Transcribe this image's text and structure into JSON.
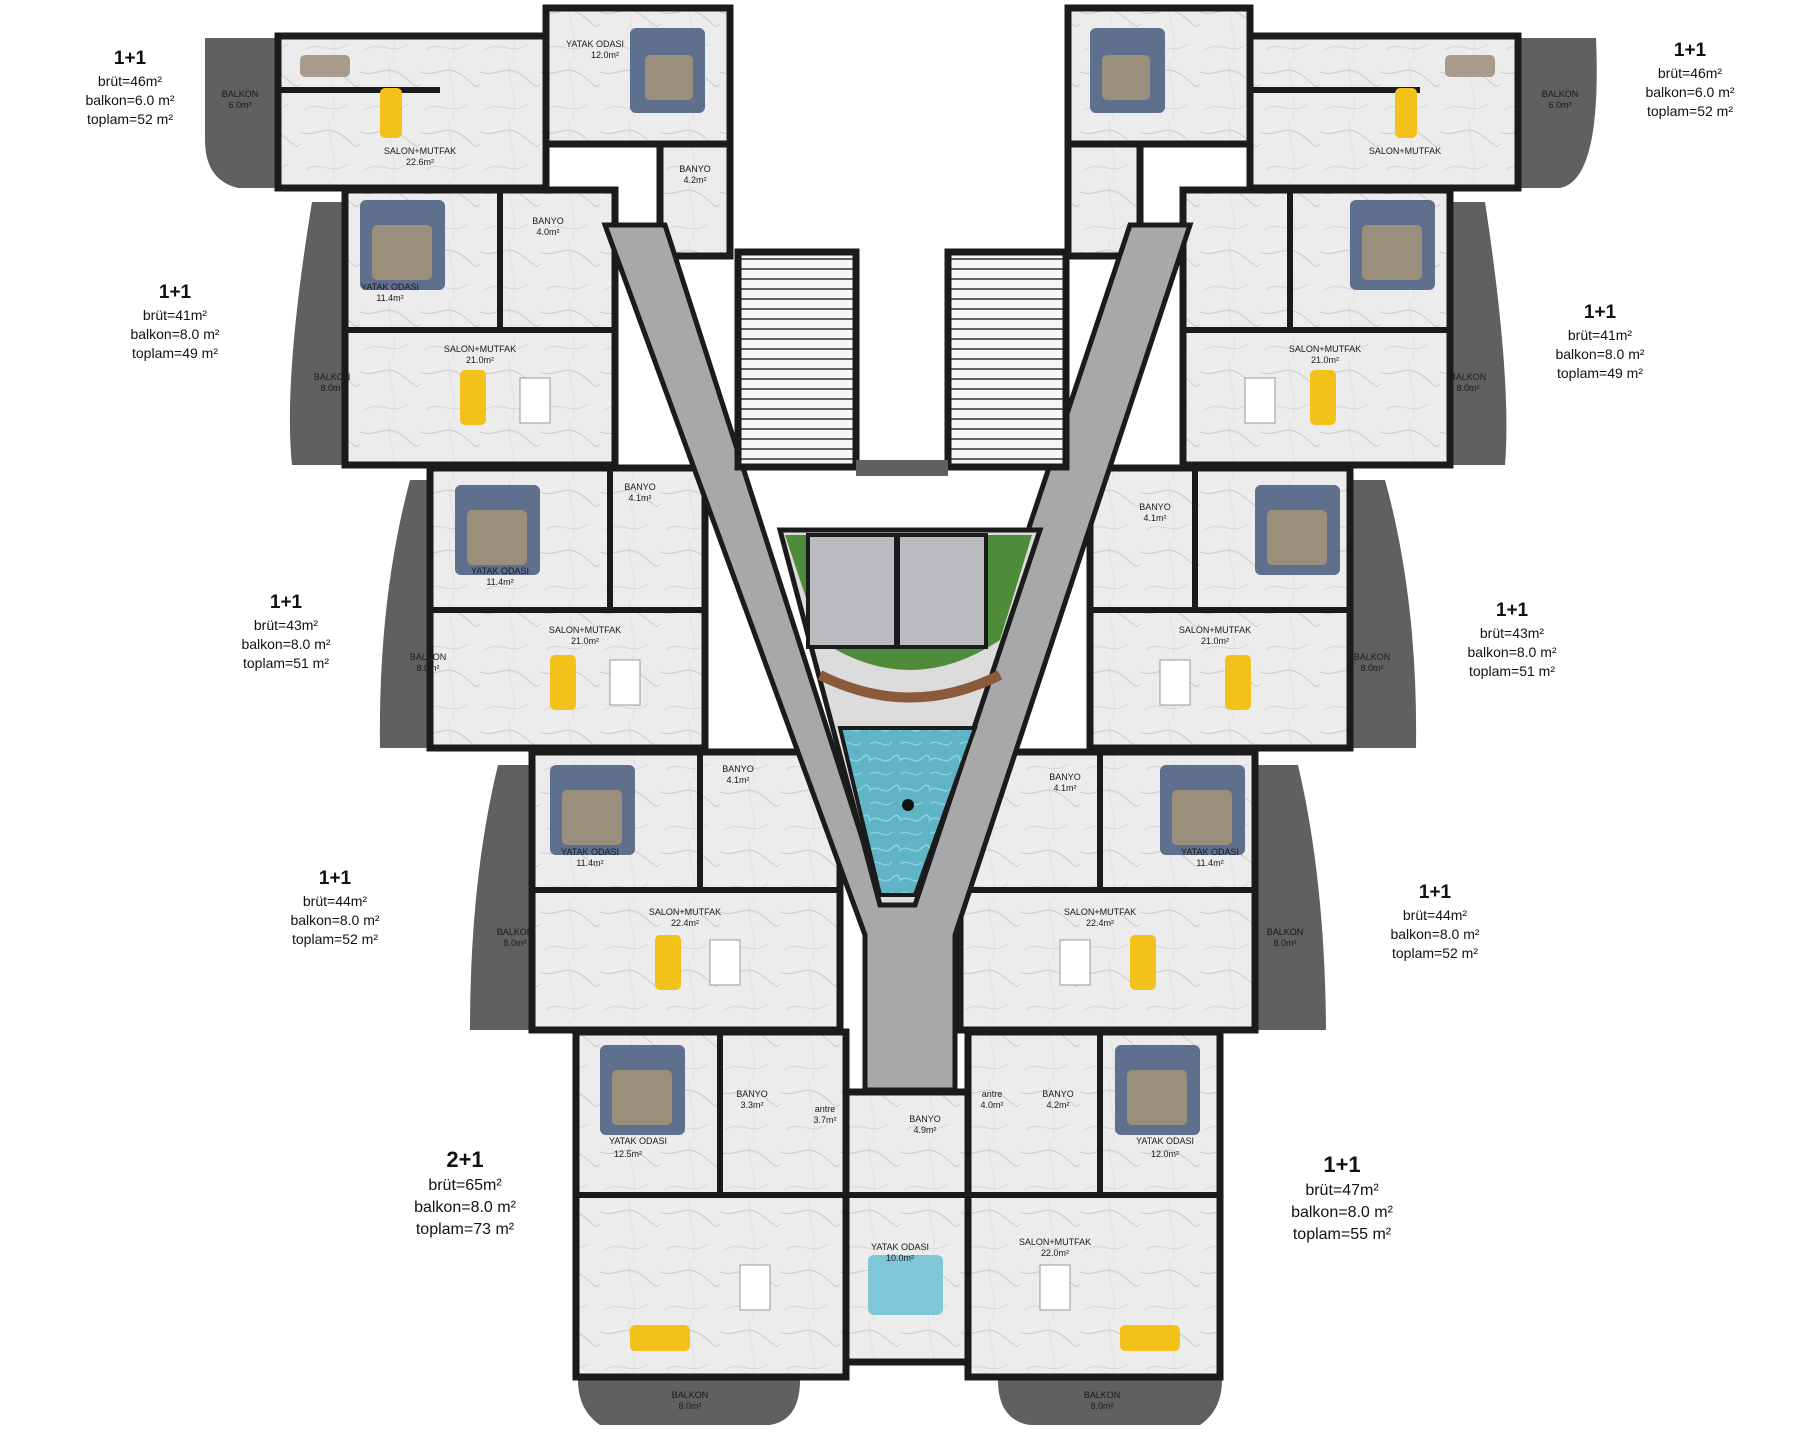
{
  "units": [
    {
      "type": "1+1",
      "brut": "brüt=46m²",
      "balkon": "balkon=6.0 m²",
      "toplam": "toplam=52 m²"
    },
    {
      "type": "1+1",
      "brut": "brüt=41m²",
      "balkon": "balkon=8.0 m²",
      "toplam": "toplam=49 m²"
    },
    {
      "type": "1+1",
      "brut": "brüt=43m²",
      "balkon": "balkon=8.0 m²",
      "toplam": "toplam=51 m²"
    },
    {
      "type": "1+1",
      "brut": "brüt=44m²",
      "balkon": "balkon=8.0 m²",
      "toplam": "toplam=52 m²"
    },
    {
      "type": "2+1",
      "brut": "brüt=65m²",
      "balkon": "balkon=8.0 m²",
      "toplam": "toplam=73 m²"
    },
    {
      "type": "1+1",
      "brut": "brüt=46m²",
      "balkon": "balkon=6.0 m²",
      "toplam": "toplam=52 m²"
    },
    {
      "type": "1+1",
      "brut": "brüt=41m²",
      "balkon": "balkon=8.0 m²",
      "toplam": "toplam=49 m²"
    },
    {
      "type": "1+1",
      "brut": "brüt=43m²",
      "balkon": "balkon=8.0 m²",
      "toplam": "toplam=51 m²"
    },
    {
      "type": "1+1",
      "brut": "brüt=44m²",
      "balkon": "balkon=8.0 m²",
      "toplam": "toplam=52 m²"
    },
    {
      "type": "1+1",
      "brut": "brüt=47m²",
      "balkon": "balkon=8.0 m²",
      "toplam": "toplam=55 m²"
    }
  ],
  "rooms": {
    "balkon": "BALKON",
    "banyo": "BANYO",
    "yatak_odasi": "YATAK ODASI",
    "salon_mutfak": "SALON+MUTFAK",
    "antre": "antre"
  },
  "areas": {
    "l1_balkon": "6.0m²",
    "l1_yatak": "12.0m²",
    "l1_salon": "22.6m²",
    "l1_banyo": "4.2m²",
    "l2_banyo": "4.0m²",
    "l2_yatak": "11.4m²",
    "l2_salon": "21.0m²",
    "l2_balkon": "8.0m²",
    "l3_banyo": "4.1m²",
    "l3_yatak": "11.4m²",
    "l3_salon": "21.0m²",
    "l3_balkon": "8.0m²",
    "l4_banyo": "4.1m²",
    "l4_yatak": "11.4m²",
    "l4_salon": "22.4m²",
    "l4_balkon": "8.0m²",
    "l5_yatak": "12.5m²",
    "l5_banyo": "3.3m²",
    "l5_antre": "3.7m²",
    "l5_balkon": "8.0m²",
    "c_banyo": "4.9m²",
    "c_yatak": "10.0m²",
    "r1_balkon": "6.0m²",
    "r2_salon": "21.0m²",
    "r2_balkon": "8.0m²",
    "r3_banyo": "4.1m²",
    "r3_salon": "21.0m²",
    "r3_balkon": "8.0m²",
    "r4_banyo": "4.1m²",
    "r4_yatak": "11.4m²",
    "r4_salon": "22.4m²",
    "r4_balkon": "8.0m²",
    "r5_antre": "4.0m²",
    "r5_banyo": "4.2m²",
    "r5_yatak": "12.0m²",
    "r5_salon": "22.0m²",
    "r5_balkon": "8.0m²"
  },
  "colors": {
    "wall": "#1b1b1b",
    "balcony": "#5f6062",
    "corridor": "#a7a8aa",
    "floor": "#e9e9ea",
    "pool": "#5fb4c5",
    "grass": "#4f8c3a",
    "sofa": "#f2c21b"
  }
}
